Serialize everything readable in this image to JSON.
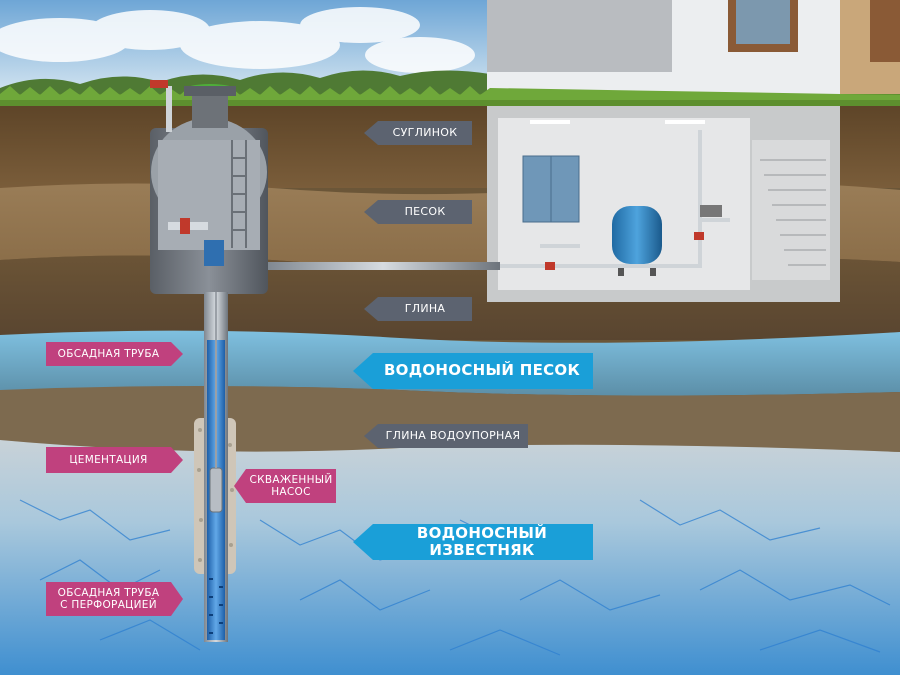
{
  "labels": {
    "suglinok": "СУГЛИНОК",
    "pesok": "ПЕСОК",
    "glina": "ГЛИНА",
    "obsadnaya_truba": "ОБСАДНАЯ ТРУБА",
    "vodonosny_pesok": "ВОДОНОСНЫЙ ПЕСОК",
    "glina_vodoupornaya": "ГЛИНА ВОДОУПОРНАЯ",
    "cementaciya": "ЦЕМЕНТАЦИЯ",
    "skvazhenny_nasos_line1": "СКВАЖЕННЫЙ",
    "skvazhenny_nasos_line2": "НАСОС",
    "vodonosny_izvestnyak": "ВОДОНОСНЫЙ ИЗВЕСТНЯК",
    "obsadnaya_perf_line1": "ОБСАДНАЯ ТРУБА",
    "obsadnaya_perf_line2": "С ПЕРФОРАЦИЕЙ"
  },
  "colors": {
    "gray_tag": "#5c6370",
    "blue_tag": "#1a9fd8",
    "pink_tag": "#c0417e"
  }
}
